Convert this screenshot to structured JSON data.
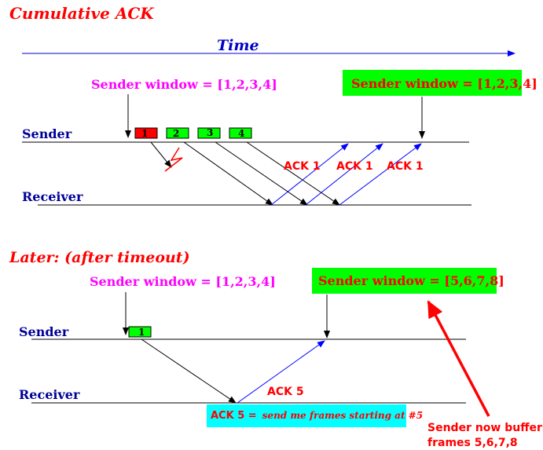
{
  "title": "Cumulative ACK",
  "time_label": "Time",
  "top": {
    "sender_window_initial": "Sender window = [1,2,3,4]",
    "sender_window_later": "Sender window = [1,2,3,4]",
    "sender_label": "Sender",
    "receiver_label": "Receiver",
    "frames": [
      "1",
      "2",
      "3",
      "4"
    ],
    "acks": [
      "ACK 1",
      "ACK 1",
      "ACK 1"
    ]
  },
  "bottom": {
    "section_title": "Later: (after timeout)",
    "sender_window_initial": "Sender window = [1,2,3,4]",
    "sender_window_new": "Sender window = [5,6,7,8]",
    "sender_label": "Sender",
    "receiver_label": "Receiver",
    "frame": "1",
    "ack": "ACK 5",
    "ack_note_prefix": "ACK 5 =",
    "ack_note_text": "send me frames starting at #5",
    "buffer_note_line1": "Sender now buffers",
    "buffer_note_line2": "frames 5,6,7,8"
  },
  "colors": {
    "title": "#ff0000",
    "time": "#0000cc",
    "magenta": "#ff00ff",
    "navy": "#000099",
    "green": "#00ff00",
    "red_frame": "#ff0000",
    "ack_line": "#0000ff",
    "note_bg": "#00ffff"
  }
}
